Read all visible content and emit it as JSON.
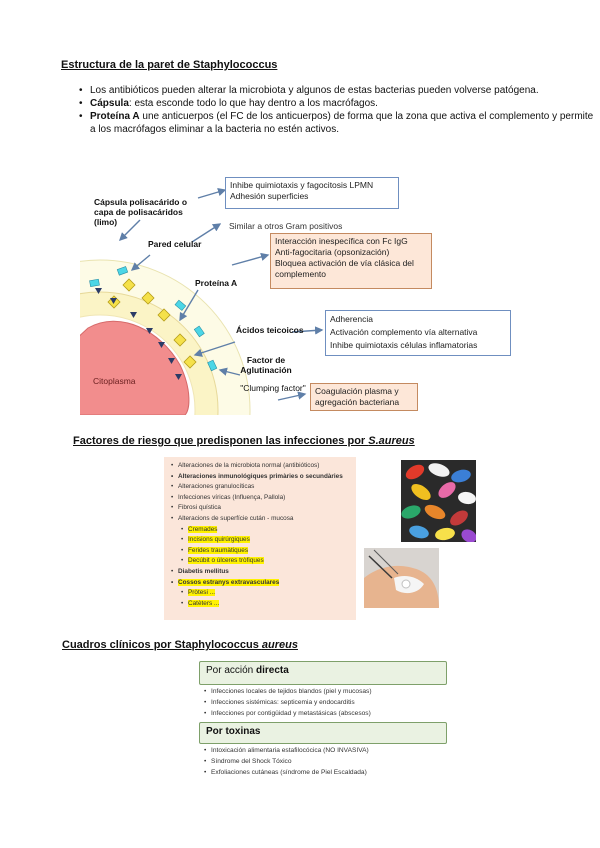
{
  "section1": {
    "title": "Estructura de la paret de Staphylococcus",
    "bullets": [
      {
        "bold": "",
        "text": "Los antibióticos pueden alterar la microbiota y algunos de estas bacterias pueden volverse patógena."
      },
      {
        "bold": "Cápsula",
        "text": ": esta esconde todo lo que hay dentro a los macrófagos."
      },
      {
        "bold": "Proteína A",
        "text": " une anticuerpos (el FC de los anticuerpos) de forma que la zona que activa el complemento y permite a los macrófagos eliminar a la bacteria no estén activos."
      }
    ]
  },
  "diagram": {
    "labels": {
      "capsula": "Cápsula polisacárido o capa de polisacáridos (limo)",
      "pared": "Pared celular",
      "proteina": "Proteína A",
      "acidos": "Ácidos teicoicos",
      "factor": "Factor de Aglutinación",
      "clumping": "\"Clumping factor\"",
      "citoplasma": "Citoplasma"
    },
    "box_capsula": [
      "Inhibe quimiotaxis y fagocitosis LPMN",
      "Adhesión superficies"
    ],
    "similar": "Similar a otros Gram positivos",
    "box_proteina": [
      "Interacción inespecífica con Fc IgG",
      "Anti-fagocitaria (opsonización)",
      "Bloquea activación de vía clásica del complemento"
    ],
    "box_acidos": [
      "Adherencia",
      "Activación complemento vía alternativa",
      "Inhibe quimiotaxis células inflamatorias"
    ],
    "box_factor": "Coagulación plasma y agregación bacteriana"
  },
  "section2": {
    "title_prefix": "Factores de riesgo que predisponen las infecciones por ",
    "title_italic": "S.aureus",
    "items": [
      {
        "text": "Alteraciones de la microbiota normal (antibióticos)",
        "level": 1
      },
      {
        "text": "Alteraciones inmunológiques primàries o secundàries",
        "level": 1,
        "bold": true
      },
      {
        "text": "Alteraciones granulocíticas",
        "level": 1
      },
      {
        "text": "Infecciones víricas (Influença, Pallola)",
        "level": 1
      },
      {
        "text": "Fibrosi quística",
        "level": 1
      },
      {
        "text": "Alteracions de superfície cután - mucosa",
        "level": 1
      },
      {
        "text": "Cremades",
        "level": 2,
        "hl": true
      },
      {
        "text": "Incisions quirúrgiques",
        "level": 2,
        "hl": true
      },
      {
        "text": "Ferides traumàtiques",
        "level": 2,
        "hl": true
      },
      {
        "text": "Decúbit o úlceres tròfiques",
        "level": 2,
        "hl": true
      },
      {
        "text": "Diabetis mellitus",
        "level": 1,
        "boldpart": "Diabetis"
      },
      {
        "text": "Cossos estranys extravasculares",
        "level": 1,
        "hl": true,
        "bold": true
      },
      {
        "text": "Pròtesi ...",
        "level": 2,
        "hl": true
      },
      {
        "text": "Catèters ...",
        "level": 2,
        "hl": true
      }
    ]
  },
  "section3": {
    "title_prefix": "Cuadros clínicos por Staphylococcus ",
    "title_italic": "aureus",
    "direct_prefix": "Por acción ",
    "direct_bold": "directa",
    "direct_items": [
      "Infecciones locales de tejidos blandos (piel y mucosas)",
      "Infecciones sistémicas: septicemia y endocarditis",
      "Infecciones por contigüidad y metastásicas (abscesos)"
    ],
    "toxin_label": "Por toxinas",
    "toxin_items": [
      "Intoxicación alimentaria estafilocócica (NO INVASIVA)",
      "Síndrome del Shock Tóxico",
      "Exfoliaciones cutáneas (síndrome de Piel Escaldada)"
    ]
  },
  "colors": {
    "box_blue_border": "#6f8fc0",
    "box_peach": "#fde7d8",
    "green_head": "#eaf2e2",
    "highlight": "#fff200",
    "arrow": "#5f7fa8"
  }
}
